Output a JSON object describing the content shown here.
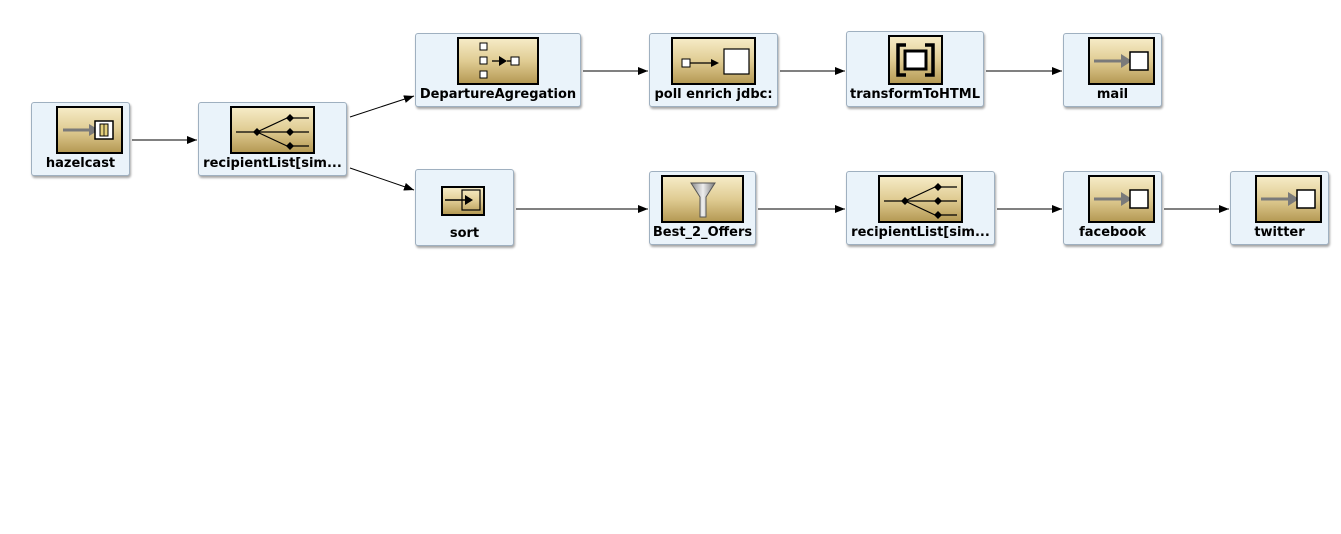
{
  "diagram": {
    "nodes": [
      {
        "id": "hazelcast",
        "label": "hazelcast",
        "icon": "endpoint-in-icon"
      },
      {
        "id": "recipientList1",
        "label": "recipientList[sim...",
        "icon": "recipient-list-icon"
      },
      {
        "id": "departureAgregation",
        "label": "DepartureAgregation",
        "icon": "aggregate-icon"
      },
      {
        "id": "pollEnrich",
        "label": "poll enrich jdbc:",
        "icon": "poll-enrich-icon"
      },
      {
        "id": "transformToHTML",
        "label": "transformToHTML",
        "icon": "transform-icon"
      },
      {
        "id": "mail",
        "label": "mail",
        "icon": "endpoint-out-icon"
      },
      {
        "id": "sort",
        "label": "sort",
        "icon": "sort-icon"
      },
      {
        "id": "best2Offers",
        "label": "Best_2_Offers",
        "icon": "filter-icon"
      },
      {
        "id": "recipientList2",
        "label": "recipientList[sim...",
        "icon": "recipient-list-icon"
      },
      {
        "id": "facebook",
        "label": "facebook",
        "icon": "endpoint-out-icon"
      },
      {
        "id": "twitter",
        "label": "twitter",
        "icon": "endpoint-out-icon"
      }
    ],
    "edges": [
      {
        "from": "hazelcast",
        "to": "recipientList1"
      },
      {
        "from": "recipientList1",
        "to": "departureAgregation"
      },
      {
        "from": "departureAgregation",
        "to": "pollEnrich"
      },
      {
        "from": "pollEnrich",
        "to": "transformToHTML"
      },
      {
        "from": "transformToHTML",
        "to": "mail"
      },
      {
        "from": "recipientList1",
        "to": "sort"
      },
      {
        "from": "sort",
        "to": "best2Offers"
      },
      {
        "from": "best2Offers",
        "to": "recipientList2"
      },
      {
        "from": "recipientList2",
        "to": "facebook"
      },
      {
        "from": "facebook",
        "to": "twitter"
      }
    ]
  }
}
